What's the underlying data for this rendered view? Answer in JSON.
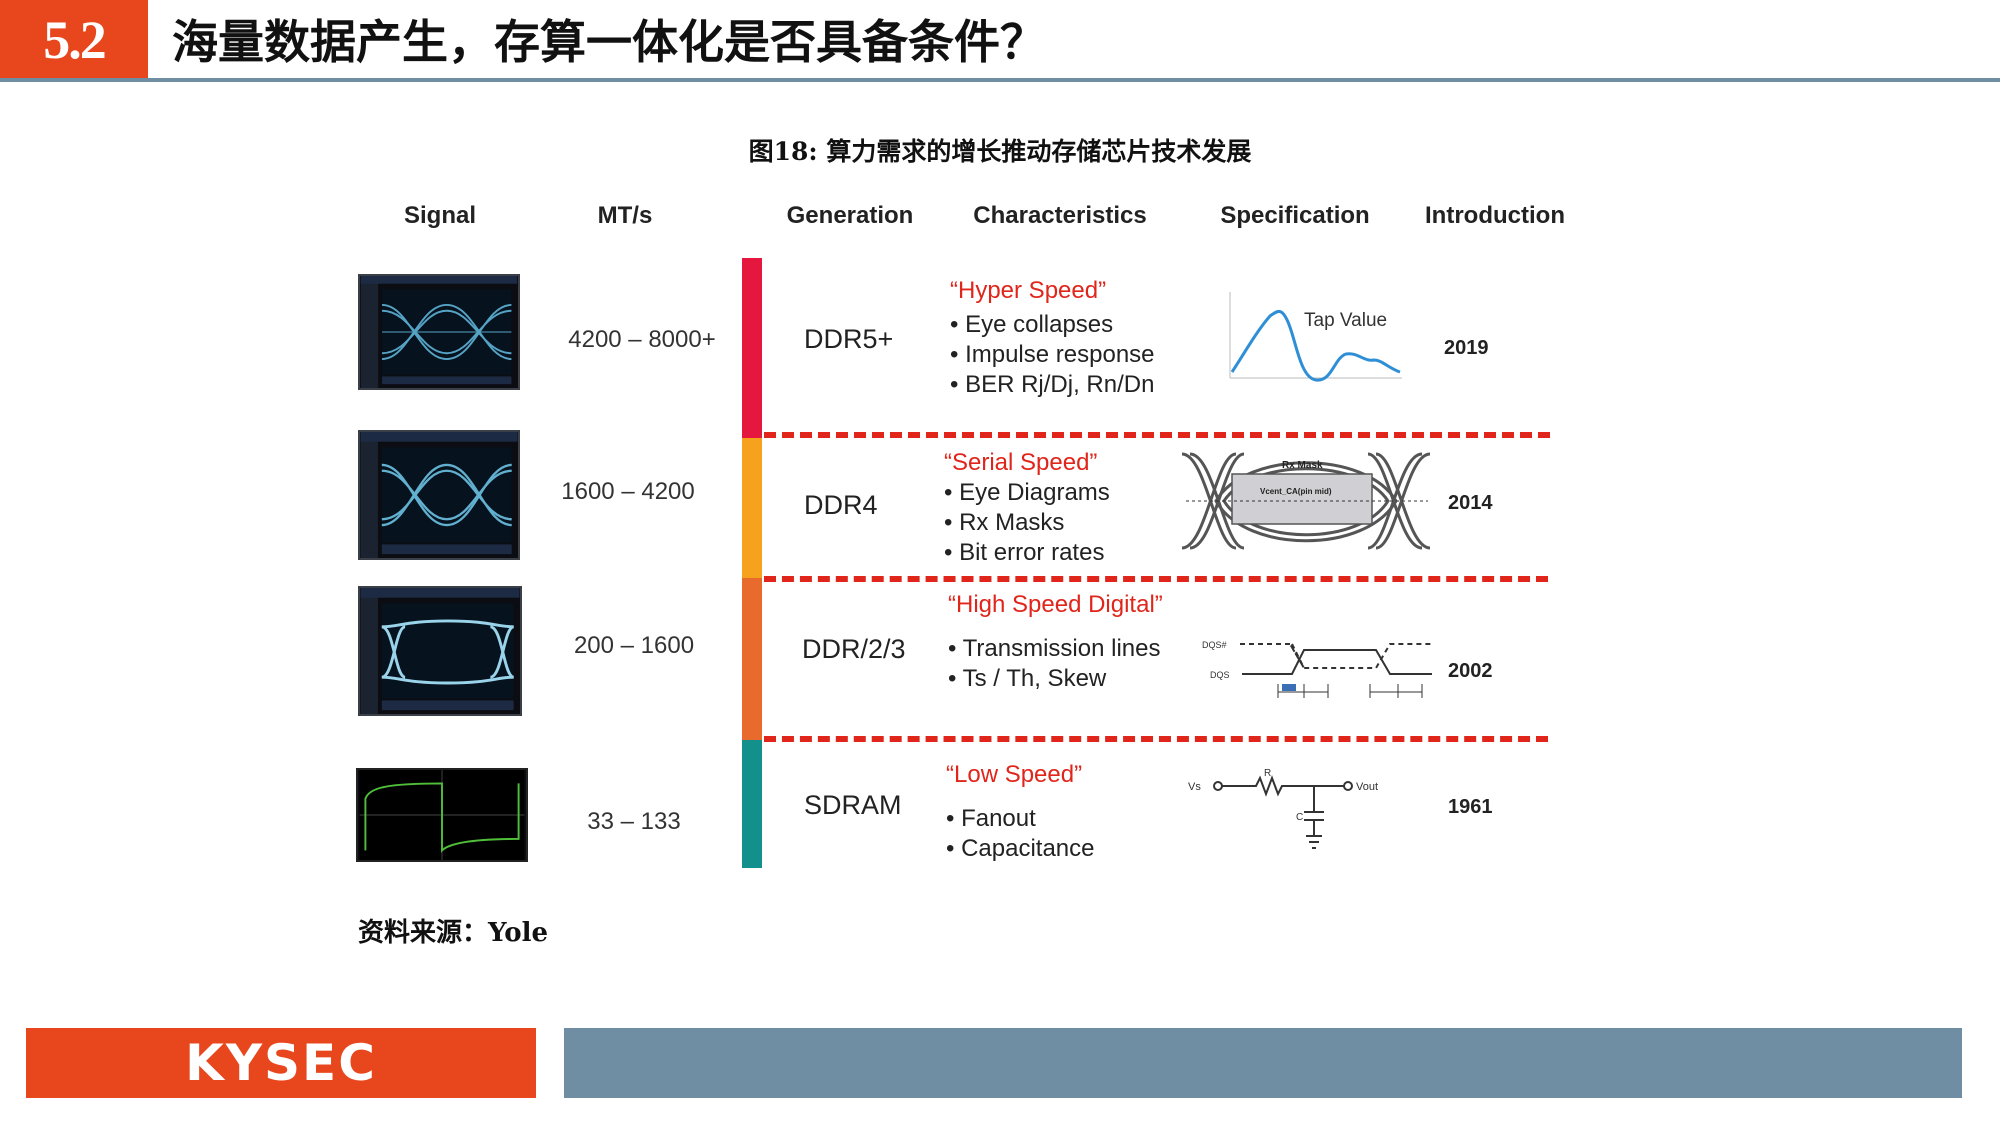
{
  "header": {
    "section_number": "5.2",
    "title": "海量数据产生，存算一体化是否具备条件？"
  },
  "figure": {
    "caption": "图18:  算力需求的增长推动存储芯片技术发展"
  },
  "columns": [
    "Signal",
    "MT/s",
    "Generation",
    "Characteristics",
    "Specification",
    "Introduction"
  ],
  "rows": [
    {
      "mts": "4200 – 8000+",
      "generation": "DDR5+",
      "char_title": "“Hyper Speed”",
      "char_items": [
        "Eye collapses",
        "Impulse response",
        "BER Rj/Dj, Rn/Dn"
      ],
      "spec_label": "Tap Value",
      "year": "2019"
    },
    {
      "mts": "1600 – 4200",
      "generation": "DDR4",
      "char_title": "“Serial Speed”",
      "char_items": [
        "Eye Diagrams",
        "Rx Masks",
        "Bit error rates"
      ],
      "spec_label": "Rx Mask",
      "spec_sublabel": "Vcent_CA(pin mid)",
      "year": "2014"
    },
    {
      "mts": "200 – 1600",
      "generation": "DDR/2/3",
      "char_title": "“High Speed Digital”",
      "char_items": [
        "Transmission lines",
        "Ts / Th, Skew"
      ],
      "spec_label_top": "DQS#",
      "spec_label_bottom": "DQS",
      "year": "2002"
    },
    {
      "mts": "33 – 133",
      "generation": "SDRAM",
      "char_title": "“Low Speed”",
      "char_items": [
        "Fanout",
        "Capacitance"
      ],
      "spec_vin": "Vs",
      "spec_r": "R",
      "spec_c": "C",
      "spec_vout": "Vout",
      "year": "1961"
    }
  ],
  "colors": {
    "accent": "#e8471e",
    "rule": "#6f8ea3",
    "dash": "#e0251b",
    "bar_ddr5": "#e5173f",
    "bar_ddr4": "#f6a21e",
    "bar_ddr23": "#e86b2d",
    "bar_sdram": "#138f8c"
  },
  "source": "资料来源：Yole",
  "footer": {
    "logo": "KYSEC"
  }
}
